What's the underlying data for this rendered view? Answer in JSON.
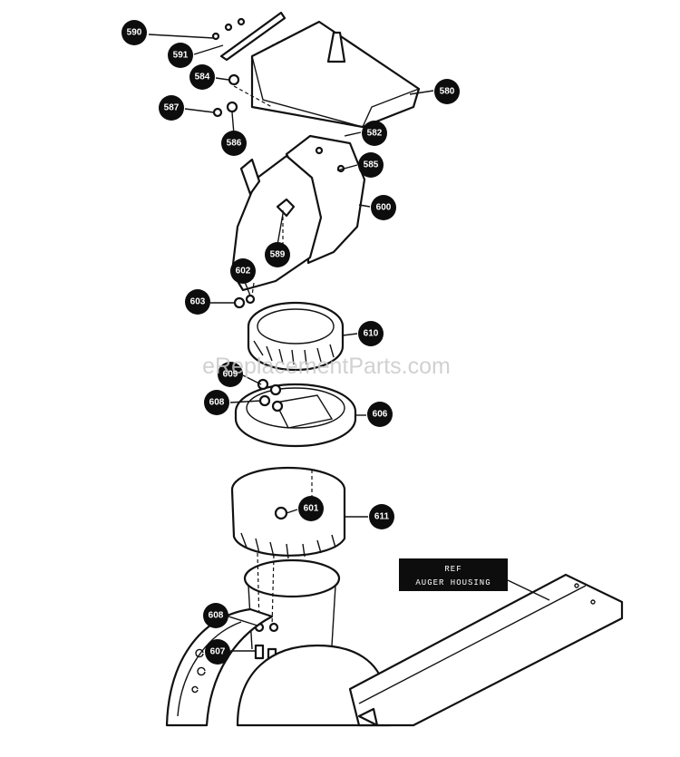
{
  "watermark": "eReplacementParts.com",
  "ref_label": {
    "line1": "REF",
    "line2": "AUGER HOUSING"
  },
  "callouts": [
    {
      "id": "590",
      "label": "590"
    },
    {
      "id": "591",
      "label": "591"
    },
    {
      "id": "584",
      "label": "584"
    },
    {
      "id": "587",
      "label": "587"
    },
    {
      "id": "586",
      "label": "586"
    },
    {
      "id": "580",
      "label": "580"
    },
    {
      "id": "582",
      "label": "582"
    },
    {
      "id": "585",
      "label": "585"
    },
    {
      "id": "600",
      "label": "600"
    },
    {
      "id": "589",
      "label": "589"
    },
    {
      "id": "602",
      "label": "602"
    },
    {
      "id": "603",
      "label": "603"
    },
    {
      "id": "610",
      "label": "610"
    },
    {
      "id": "609",
      "label": "609"
    },
    {
      "id": "608",
      "label": "608"
    },
    {
      "id": "606",
      "label": "606"
    },
    {
      "id": "601",
      "label": "601"
    },
    {
      "id": "611",
      "label": "611"
    },
    {
      "id": "608b",
      "label": "608"
    },
    {
      "id": "607",
      "label": "607"
    }
  ]
}
